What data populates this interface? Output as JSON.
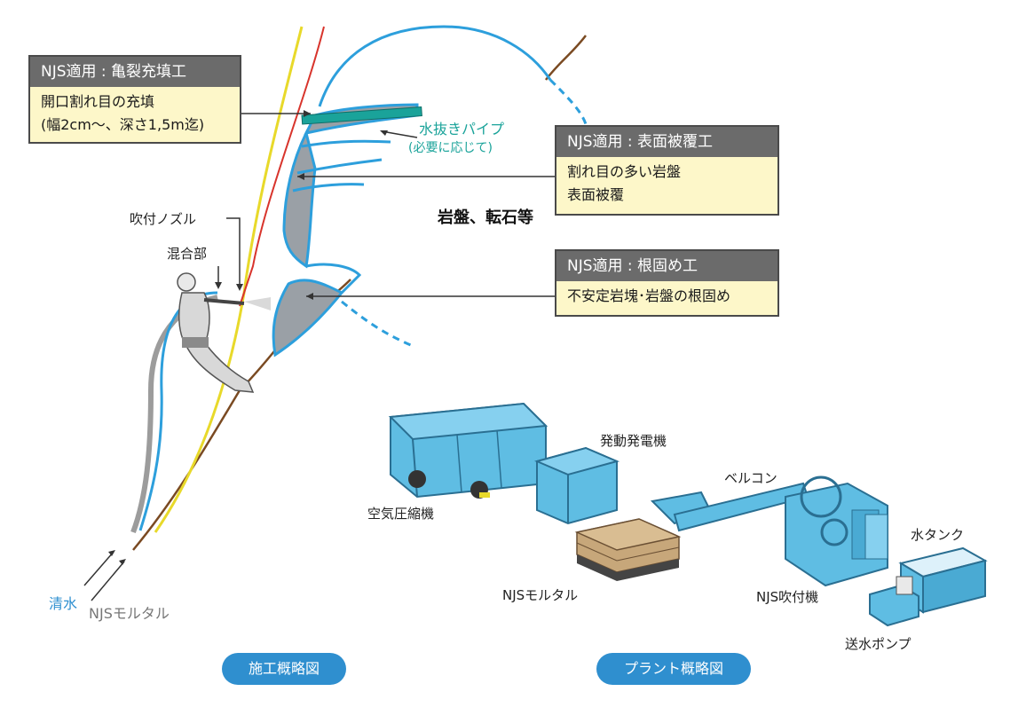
{
  "callouts": {
    "crack": {
      "title": "NJS適用 : 亀裂充填工",
      "line1": "開口割れ目の充填",
      "line2": "(幅2cm〜、深さ1,5m迄)"
    },
    "surface": {
      "title": "NJS適用 : 表面被覆工",
      "line1": "割れ目の多い岩盤",
      "line2": "表面被覆"
    },
    "root": {
      "title": "NJS適用 : 根固め工",
      "line1": "不安定岩塊･岩盤の根固め"
    }
  },
  "labels": {
    "drain_pipe": "水抜きパイプ",
    "drain_note": "(必要に応じて)",
    "rock": "岩盤、転石等",
    "nozzle": "吹付ノズル",
    "mixer": "混合部",
    "water": "清水",
    "mortar_line": "NJSモルタル",
    "generator": "発動発電機",
    "compressor": "空気圧縮機",
    "belt_conveyor": "ベルコン",
    "water_tank": "水タンク",
    "mortar_bags": "NJSモルタル",
    "sprayer": "NJS吹付機",
    "pump": "送水ポンプ"
  },
  "buttons": {
    "construction": "施工概略図",
    "plant": "プラント概略図"
  },
  "colors": {
    "blue_outline": "#2d9fdc",
    "fill_gray": "#9aa0a6",
    "teal": "#1aa39a",
    "machine_blue": "#5fbde3",
    "pill_blue": "#2f8fcf",
    "callout_fill": "#fdf7c9",
    "callout_head": "#6b6b6b"
  }
}
